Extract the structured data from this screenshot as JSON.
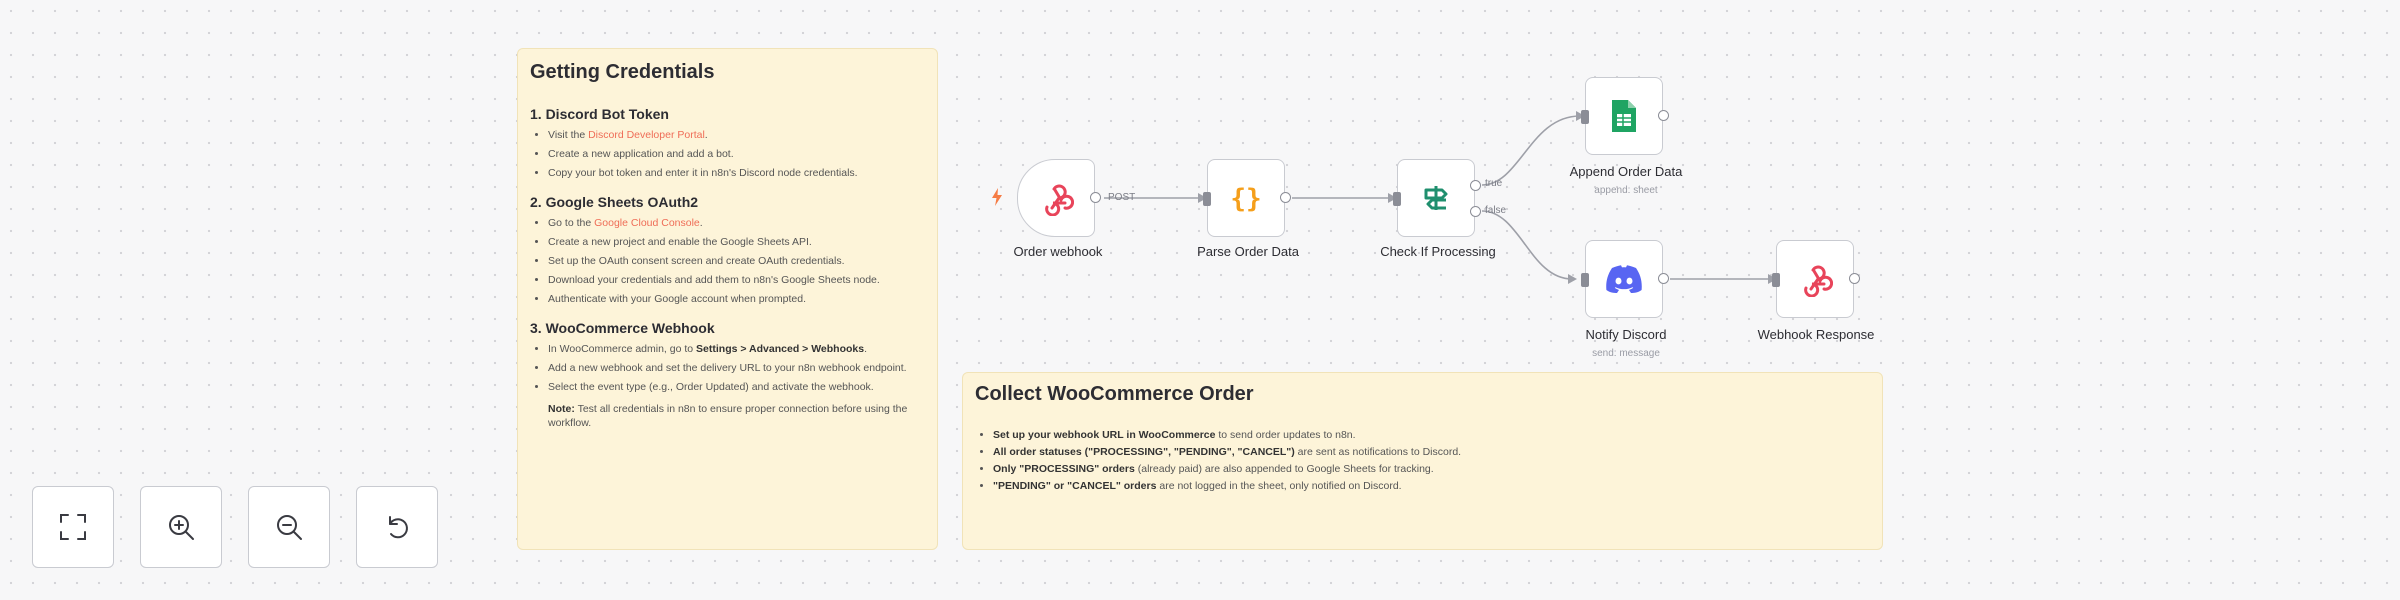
{
  "canvas": {
    "sticky_credentials": {
      "title": "Getting Credentials",
      "sections": [
        {
          "heading": "1. Discord Bot Token",
          "items": [
            {
              "pre": "Visit the ",
              "link": "Discord Developer Portal",
              "post": "."
            },
            {
              "pre": "Create a new application and add a bot.",
              "link": "",
              "post": ""
            },
            {
              "pre": "Copy your bot token and enter it in n8n's Discord node credentials.",
              "link": "",
              "post": ""
            }
          ]
        },
        {
          "heading": "2. Google Sheets OAuth2",
          "items": [
            {
              "pre": "Go to the ",
              "link": "Google Cloud Console",
              "post": "."
            },
            {
              "pre": "Create a new project and enable the Google Sheets API.",
              "link": "",
              "post": ""
            },
            {
              "pre": "Set up the OAuth consent screen and create OAuth credentials.",
              "link": "",
              "post": ""
            },
            {
              "pre": "Download your credentials and add them to n8n's Google Sheets node.",
              "link": "",
              "post": ""
            },
            {
              "pre": "Authenticate with your Google account when prompted.",
              "link": "",
              "post": ""
            }
          ]
        },
        {
          "heading": "3. WooCommerce Webhook",
          "items": [
            {
              "pre": "In WooCommerce admin, go to ",
              "bold": "Settings > Advanced > Webhooks",
              "post": "."
            },
            {
              "pre": "Add a new webhook and set the delivery URL to your n8n webhook endpoint.",
              "bold": "",
              "post": ""
            },
            {
              "pre": "Select the event type (e.g., Order Updated) and activate the webhook.",
              "bold": "",
              "post": ""
            }
          ]
        }
      ],
      "note_label": "Note:",
      "note_text": " Test all credentials in n8n to ensure proper connection before using the workflow."
    },
    "sticky_collect": {
      "title": "Collect WooCommerce Order",
      "items": [
        {
          "bold": "Set up your webhook URL in WooCommerce",
          "text": " to send order updates to n8n."
        },
        {
          "bold": "All order statuses (\"PROCESSING\", \"PENDING\", \"CANCEL\")",
          "text": " are sent as notifications to Discord."
        },
        {
          "bold": "Only \"PROCESSING\" orders",
          "text": " (already paid) are also appended to Google Sheets for tracking."
        },
        {
          "bold": "\"PENDING\" or \"CANCEL\" orders",
          "text": " are not logged in the sheet, only notified on Discord."
        }
      ]
    },
    "nodes": {
      "order_webhook": {
        "label": "Order webhook",
        "icon": "webhook-icon"
      },
      "parse_order": {
        "label": "Parse Order Data",
        "icon": "code-braces-icon"
      },
      "check_processing": {
        "label": "Check If Processing",
        "icon": "if-signpost-icon"
      },
      "append_order": {
        "label": "Append Order Data",
        "sub": "append: sheet",
        "icon": "google-sheets-icon"
      },
      "notify_discord": {
        "label": "Notify Discord",
        "sub": "send: message",
        "icon": "discord-icon"
      },
      "webhook_response": {
        "label": "Webhook Response",
        "icon": "webhook-icon"
      }
    },
    "edge_labels": {
      "post": "POST",
      "true": "true",
      "false": "false"
    }
  },
  "controls": [
    {
      "name": "fit-view-button",
      "icon": "fullscreen-icon"
    },
    {
      "name": "zoom-in-button",
      "icon": "zoom-in-icon"
    },
    {
      "name": "zoom-out-button",
      "icon": "zoom-out-icon"
    },
    {
      "name": "reset-zoom-button",
      "icon": "undo-icon"
    }
  ],
  "colors": {
    "sticky_bg": "#fdf4d9",
    "webhook_accent": "#e8445a",
    "code_accent": "#f59f1b",
    "if_accent": "#1f8f6e",
    "sheets_green": "#1fa463",
    "discord_blurple": "#5865f2",
    "link_orange": "#ef6d57"
  }
}
